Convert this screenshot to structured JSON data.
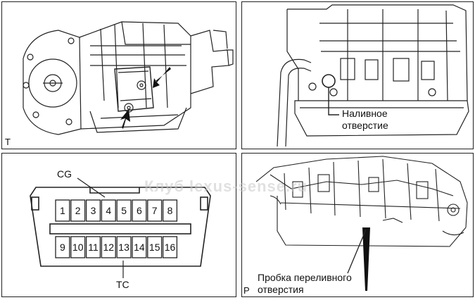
{
  "panel_top_left": {
    "corner_label": "T"
  },
  "panel_bottom_left": {
    "label_cg": "CG",
    "label_tc": "TC",
    "pins_top": [
      "1",
      "2",
      "3",
      "4",
      "5",
      "6",
      "7",
      "8"
    ],
    "pins_bottom": [
      "9",
      "10",
      "11",
      "12",
      "13",
      "14",
      "15",
      "16"
    ]
  },
  "panel_top_right": {
    "fill_hole_line1": "Наливное",
    "fill_hole_line2": "отверстие"
  },
  "panel_bottom_right": {
    "plug_line1": "Пробка переливного",
    "plug_line2": "отверстия",
    "corner_label": "P"
  },
  "watermark": "Клуб lexus-sense.ru"
}
